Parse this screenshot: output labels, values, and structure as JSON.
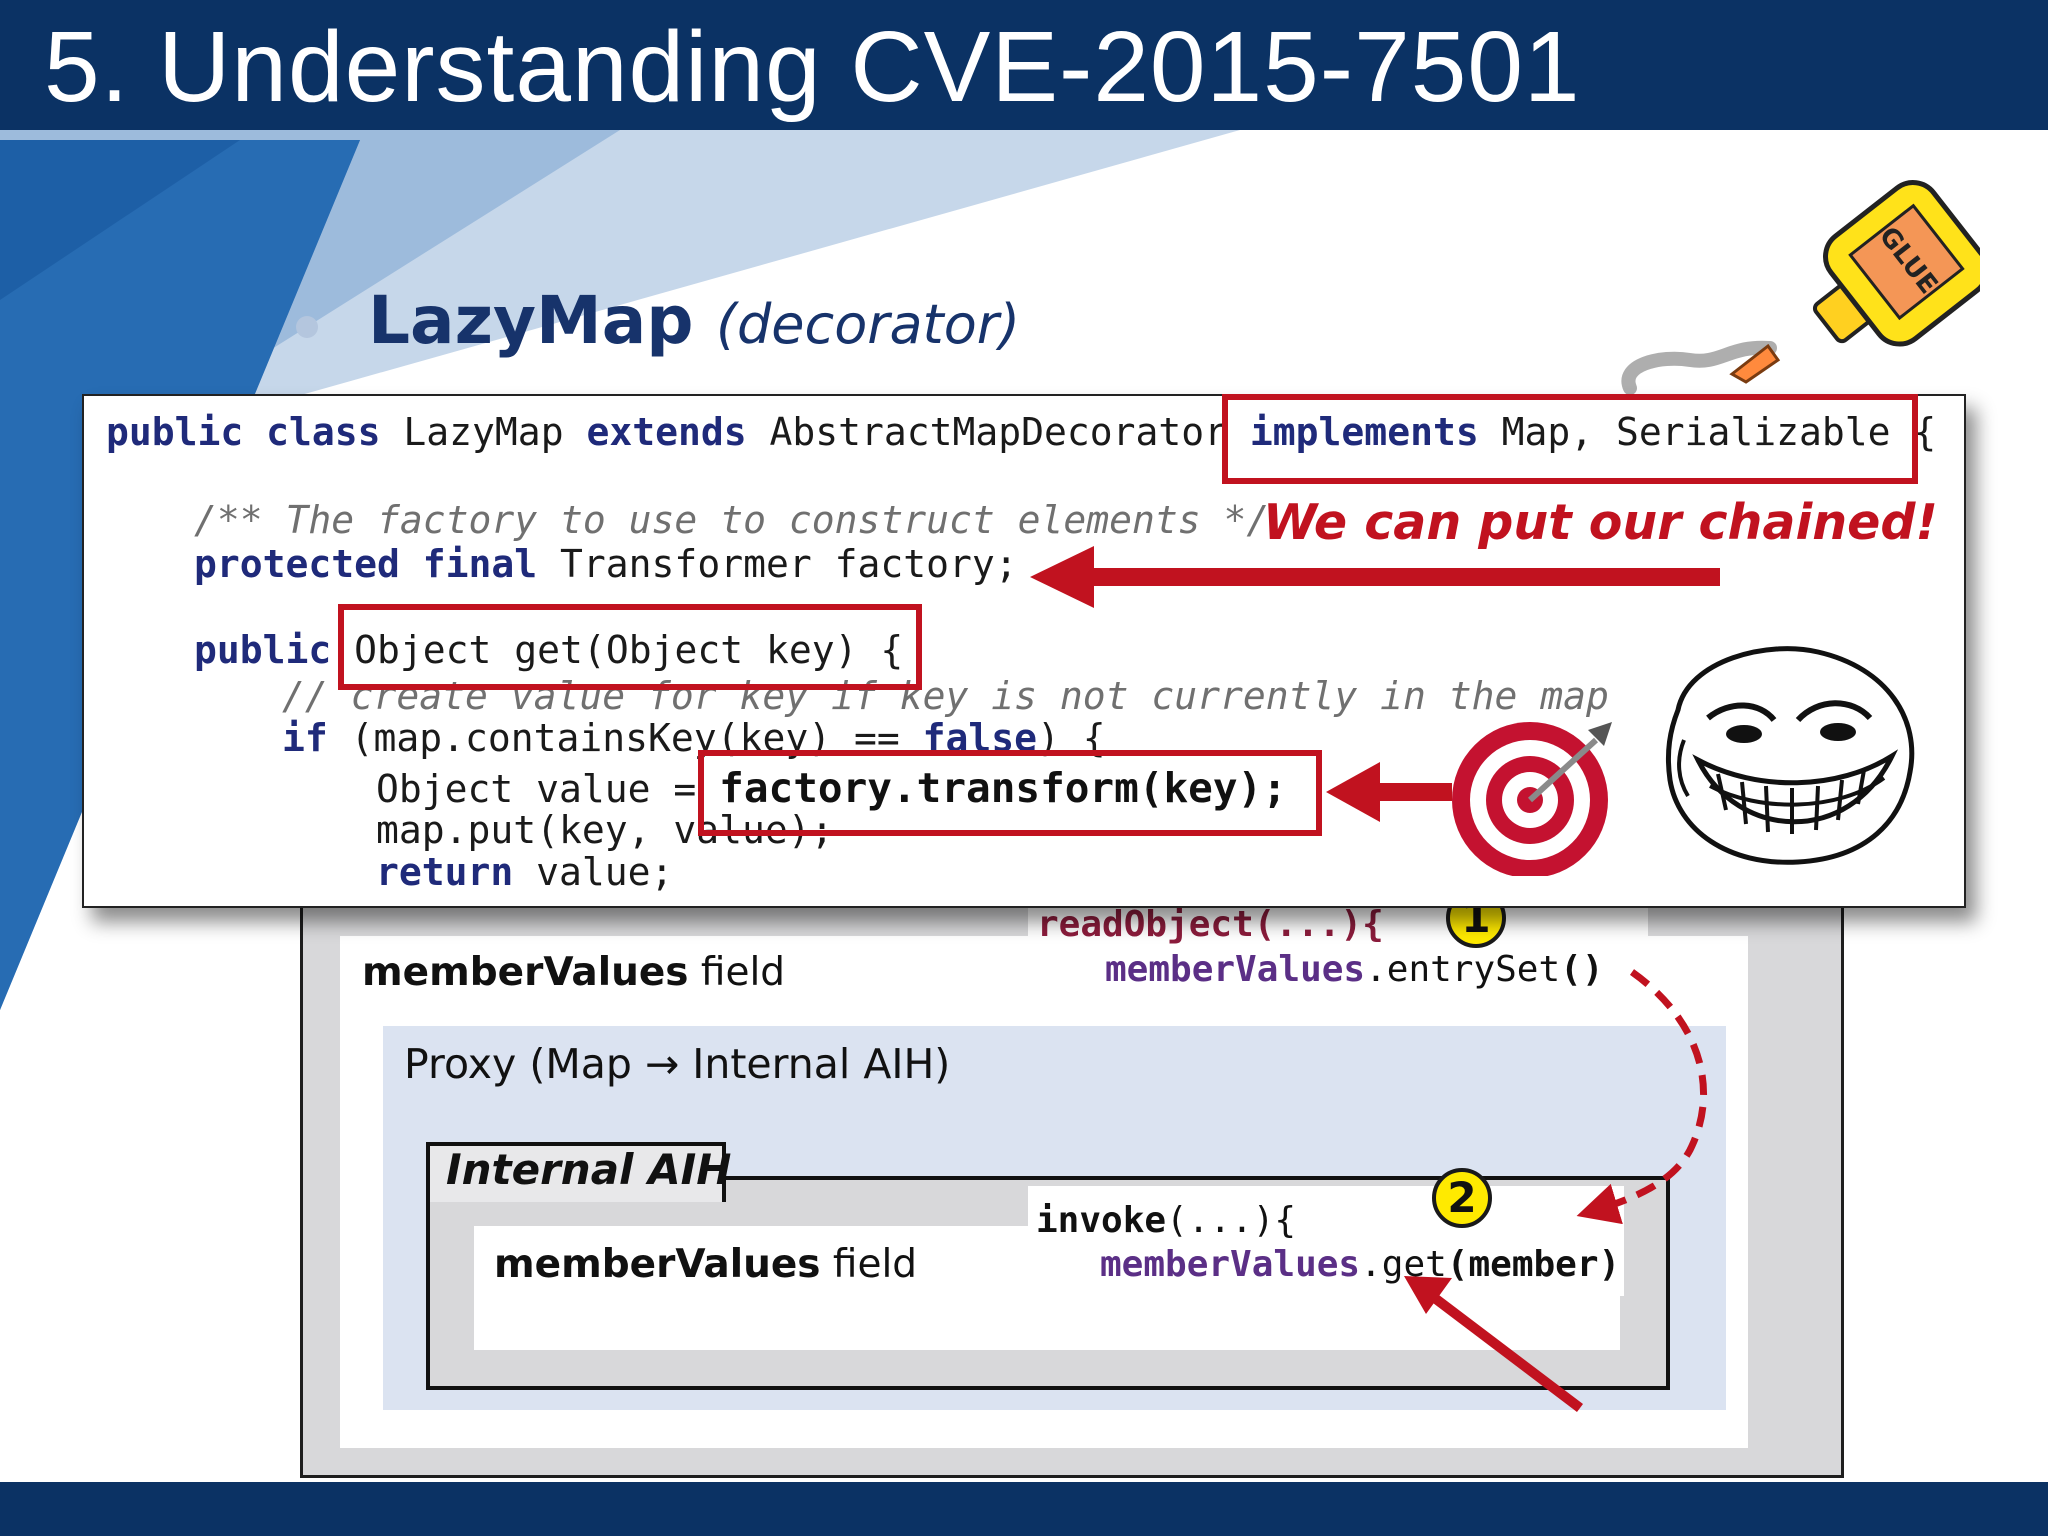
{
  "slide": {
    "title": "5. Understanding CVE-2015-7501",
    "bullet": {
      "title": "LazyMap",
      "subtitle": "(decorator)"
    }
  },
  "code": {
    "lines": [
      {
        "kw1": "public class ",
        "t1": "LazyMap ",
        "kw2": "extends ",
        "t2": "AbstractMapDecorator ",
        "kw3": "implements ",
        "t3": "Map, Serializable {"
      },
      {
        "comment": "/** The factory to use to construct elements */"
      },
      {
        "kw1": "protected final ",
        "t1": "Transformer factory;"
      },
      {
        "kw1": "public ",
        "t1": "Object get(Object key) {"
      },
      {
        "comment": "// create value for key if key is not currently in the map"
      },
      {
        "kw1": "if ",
        "t1": "(map.containsKey(key) == ",
        "kw2": "false",
        "t2": ") {"
      },
      {
        "t1": "Object value = ",
        "emph": "factory.transform(key);"
      },
      {
        "t1": "map.put(key, value);"
      },
      {
        "kw1": "return ",
        "t1": "value;"
      }
    ],
    "callout": "We can put our chained!"
  },
  "diagram": {
    "outer_field": {
      "name": "memberValues",
      "suffix": " field"
    },
    "read_object": {
      "line1": "readObject(...){",
      "line2_obj": "memberValues",
      "line2_call": ".entrySet",
      "line2_parens": "()"
    },
    "badge_1": "1",
    "proxy_label": "Proxy (Map → Internal AIH)",
    "internal_label": "Internal AIH",
    "inner_field": {
      "name": "memberValues",
      "suffix": " field"
    },
    "invoke": {
      "line1_kw": "invoke",
      "line1_rest": "(...){",
      "line2_obj": "memberValues",
      "line2_call": ".get",
      "line2_args": "(member)"
    },
    "badge_2": "2"
  },
  "decor": {
    "glue_label": "GLUE",
    "icons": [
      "glue-bottle-icon",
      "target-icon",
      "troll-face-icon"
    ]
  },
  "colors": {
    "header_bg": "#0b3264",
    "accent_red": "#c1121f",
    "keyword": "#1f2a7a",
    "code_purple": "#5b2f86",
    "code_maroon": "#8c1c3c",
    "badge_yellow": "#ffea00"
  }
}
